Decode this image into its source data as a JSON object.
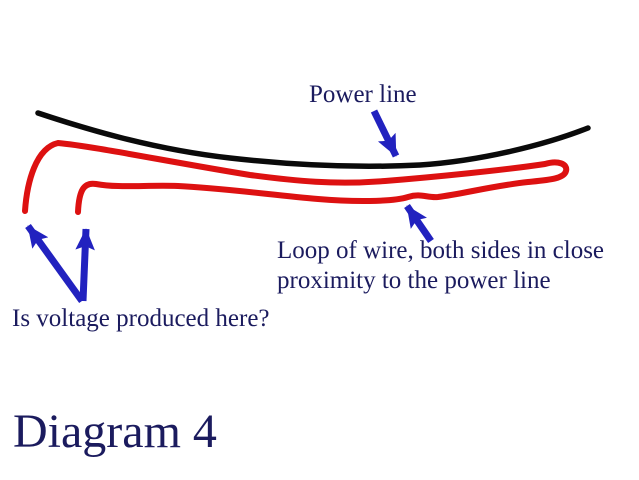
{
  "colors": {
    "ink": "#1b1b5e",
    "wire": "#dd1111",
    "power": "#0a0a0a",
    "arrow": "#2222bf",
    "background": "#ffffff"
  },
  "labels": {
    "power_line": "Power line",
    "loop": {
      "line1": "Loop of wire, both sides in close",
      "line2": "proximity to the power line"
    },
    "question": "Is voltage produced here?",
    "title": "Diagram 4"
  }
}
